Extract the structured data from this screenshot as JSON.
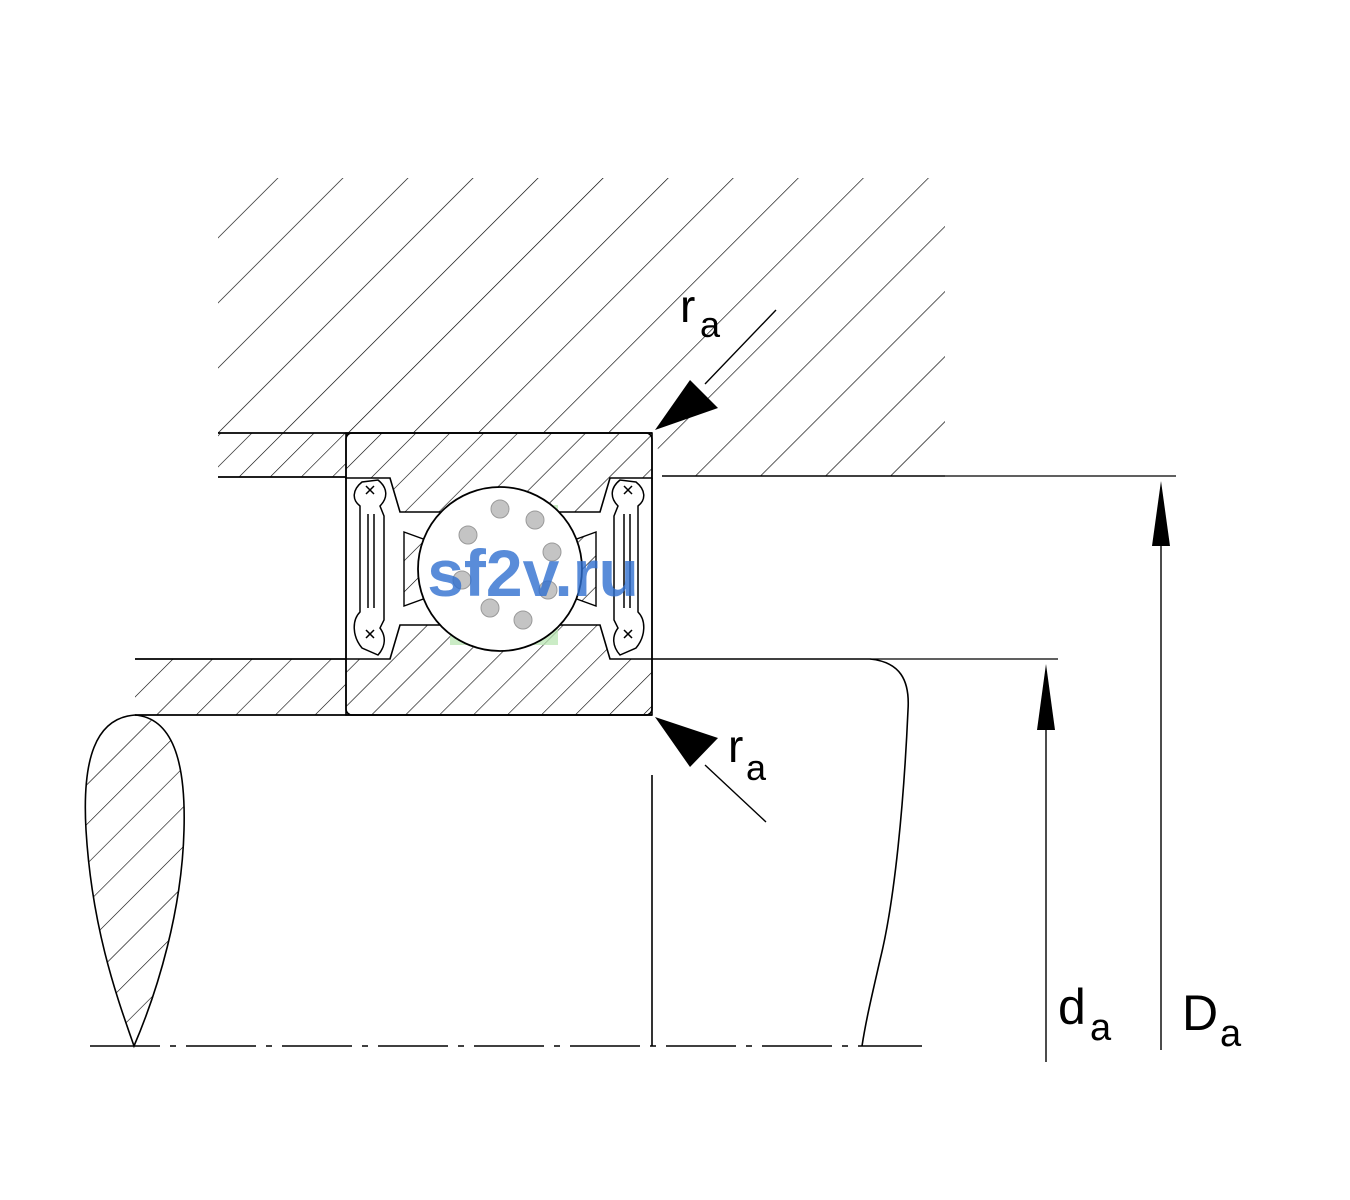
{
  "labels": {
    "ra_top": {
      "base": "r",
      "sub": "a"
    },
    "ra_bottom": {
      "base": "r",
      "sub": "a"
    },
    "da": {
      "base": "d",
      "sub": "a"
    },
    "Da": {
      "base": "D",
      "sub": "a"
    }
  },
  "watermark": {
    "text": "sf2v.ru",
    "color": "#2f6fd0"
  },
  "colors": {
    "line": "#000000",
    "background": "#ffffff",
    "watermark_green": "#b9e6b3"
  }
}
